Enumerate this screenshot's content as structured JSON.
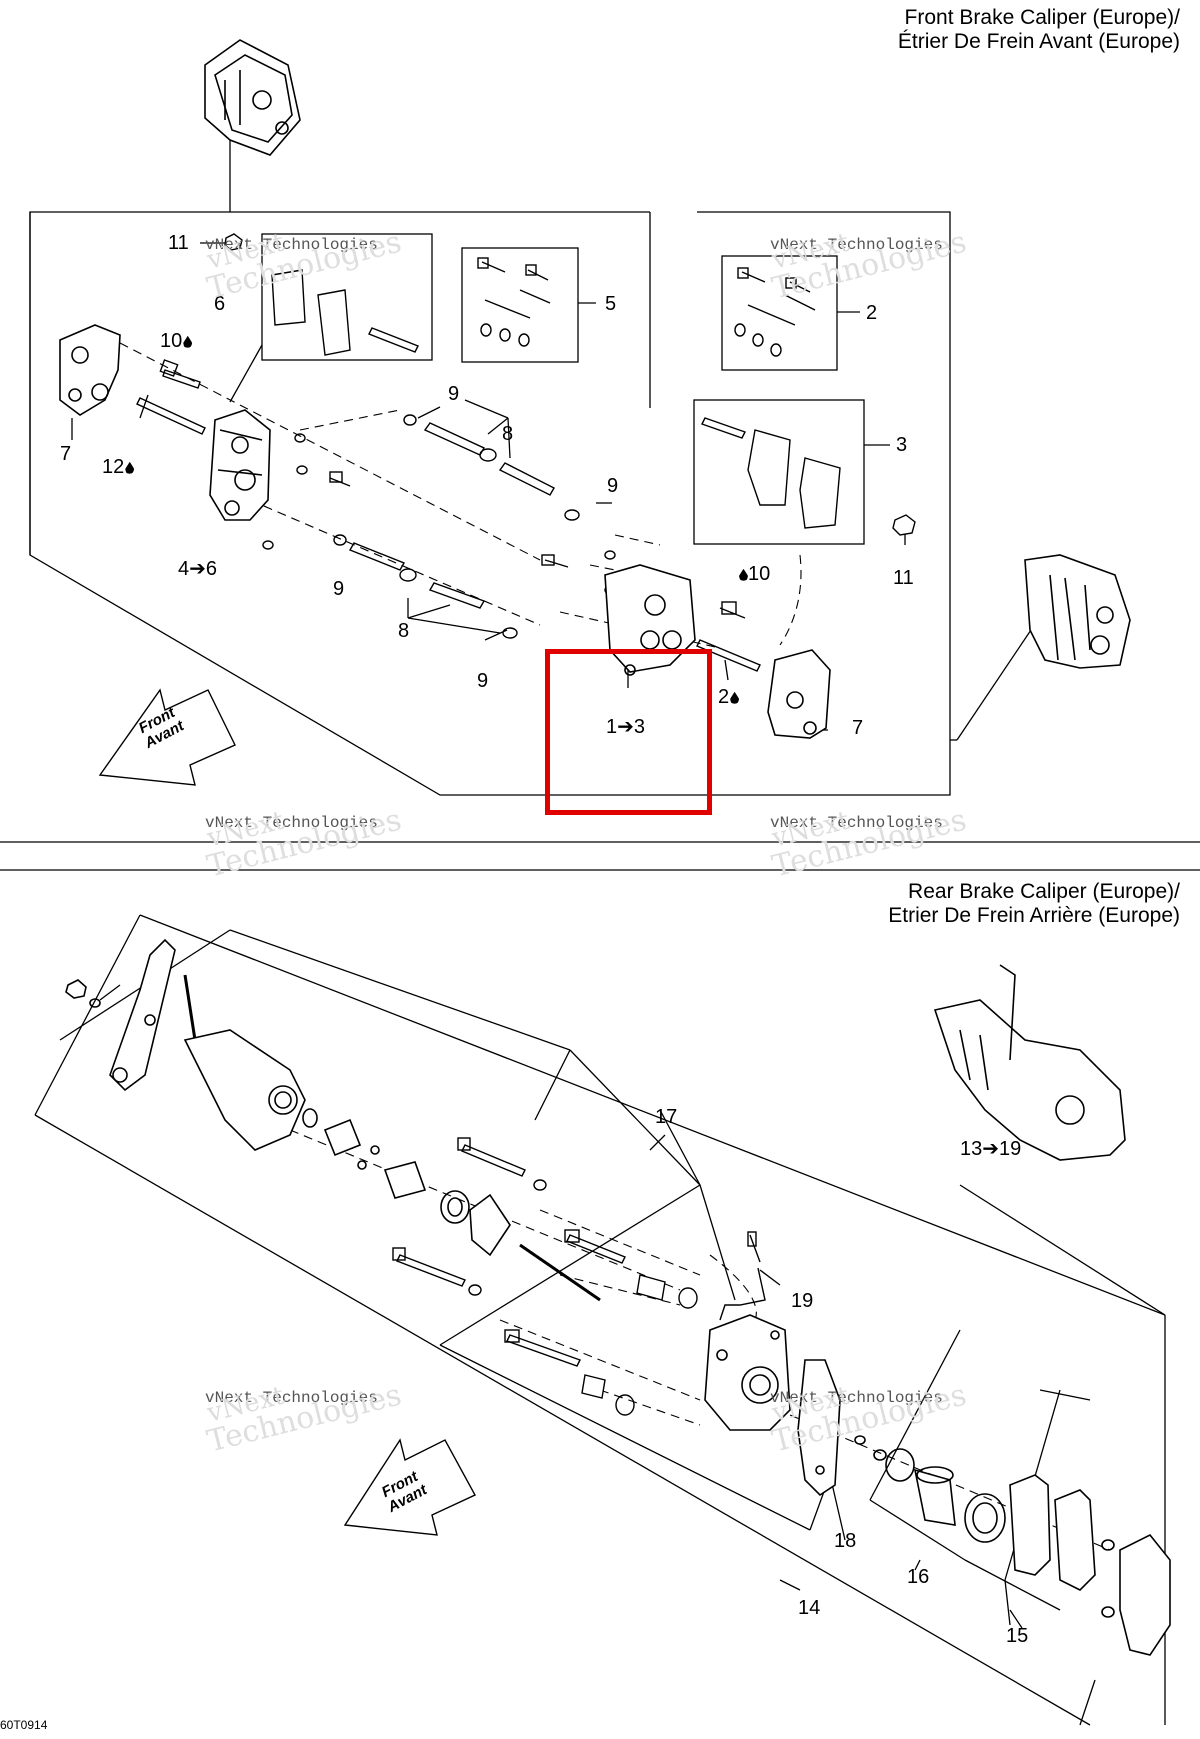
{
  "front": {
    "title_line1": "Front Brake Caliper (Europe)/",
    "title_line2": "Étrier De Frein Avant (Europe)",
    "labels": {
      "l11a": "11",
      "l6": "6",
      "l10a": "10",
      "l7a": "7",
      "l12": "12",
      "l46": "4➔6",
      "l9a": "9",
      "l8a": "8",
      "l9b": "9",
      "l9c": "9",
      "l8b": "8",
      "l9d": "9",
      "l5": "5",
      "l2a": "2",
      "l3": "3",
      "l11b": "11",
      "l10b": "10",
      "l2b": "2",
      "l13": "1➔3",
      "l7b": "7"
    },
    "arrow": "Front\nAvant"
  },
  "rear": {
    "title_line1": "Rear Brake Caliper (Europe)/",
    "title_line2": "Etrier De Frein Arrière (Europe)",
    "labels": {
      "l17": "17",
      "l1319": "13➔19",
      "l19": "19",
      "l18": "18",
      "l16": "16",
      "l14": "14",
      "l15": "15"
    },
    "arrow": "Front\nAvant"
  },
  "watermark": {
    "line1": "vNext",
    "line2": "vNext Technologies",
    "line3": "Technologies"
  },
  "footer_code": "60T0914",
  "highlight_color": "#e00000"
}
